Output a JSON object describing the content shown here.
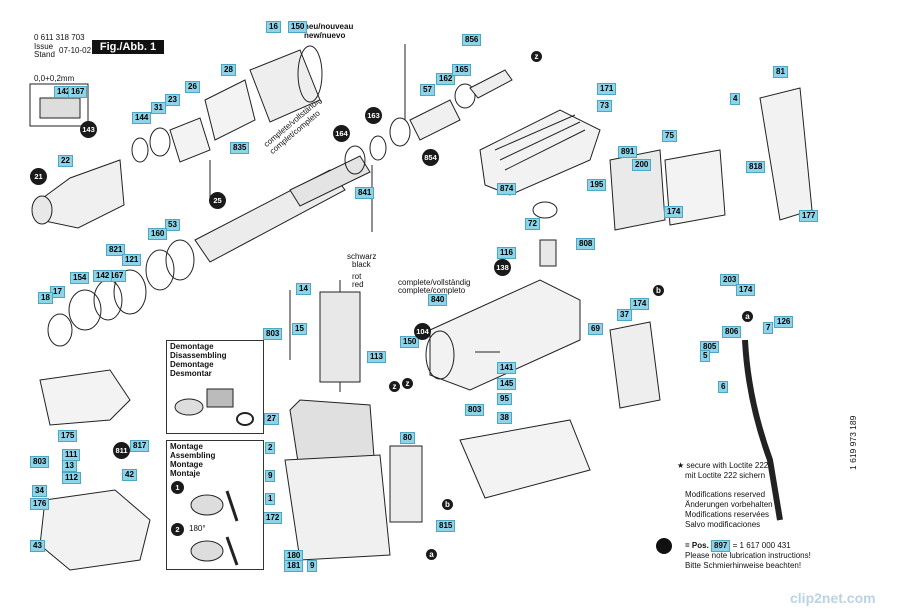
{
  "header": {
    "part_number": "0 611 318 703",
    "issue_label": "Issue",
    "stand_label": "Stand",
    "issue_date": "07-10-02",
    "figure": "Fig./Abb. 1",
    "tolerance": "0,0+0,2mm"
  },
  "annotations": {
    "neu": "neu/nouveau",
    "new": "new/nuevo",
    "complete_top1": "complete/vollständig",
    "complete_top2": "complet/completo",
    "schwarz": "schwarz",
    "black": "black",
    "rot": "rot",
    "red": "red",
    "complete_mid1": "complete/vollständig",
    "complete_mid2": "complete/completo",
    "angle": "180°"
  },
  "panel_demontage": [
    "Demontage",
    "Disassembling",
    "Demontage",
    "Desmontar"
  ],
  "panel_montage": [
    "Montage",
    "Assembling",
    "Montage",
    "Montaje"
  ],
  "notes": {
    "loctite": [
      "secure with Loctite 222",
      "mit Loctite 222 sichern"
    ],
    "modifications": [
      "Modifications reserved",
      "Änderungen vorbehalten",
      "Modifications reservées",
      "Salvo modificaciones"
    ],
    "pos_prefix": "= Pos.",
    "pos_num": "897",
    "pos_suffix": "= 1 617 000 431",
    "lubrication": [
      "Please note lubrication instructions!",
      "Bitte Schmierhinweise beachten!"
    ],
    "doc_number": "1 619 973 189"
  },
  "watermark": "clip2net.com",
  "part_labels": [
    "16",
    "150",
    "856",
    "171",
    "73",
    "81",
    "4",
    "142",
    "167",
    "28",
    "26",
    "23",
    "31",
    "144",
    "57",
    "162",
    "165",
    "75",
    "891",
    "200",
    "818",
    "195",
    "874",
    "22",
    "835",
    "841",
    "174",
    "72",
    "808",
    "177",
    "53",
    "160",
    "116",
    "821",
    "121",
    "154",
    "167",
    "142",
    "17",
    "18",
    "14",
    "840",
    "203",
    "174",
    "37",
    "174",
    "803",
    "15",
    "150",
    "113",
    "805",
    "806",
    "7",
    "126",
    "5",
    "141",
    "145",
    "95",
    "69",
    "803",
    "6",
    "27",
    "38",
    "175",
    "111",
    "817",
    "803",
    "13",
    "2",
    "42",
    "112",
    "9",
    "34",
    "80",
    "176",
    "1",
    "172",
    "815",
    "43",
    "180",
    "181",
    "9"
  ],
  "circle_labels": [
    "143",
    "21",
    "164",
    "163",
    "854",
    "25",
    "138",
    "104",
    "811"
  ],
  "letter_labels": [
    "z",
    "z",
    "b",
    "a",
    "b",
    "a",
    "z"
  ]
}
